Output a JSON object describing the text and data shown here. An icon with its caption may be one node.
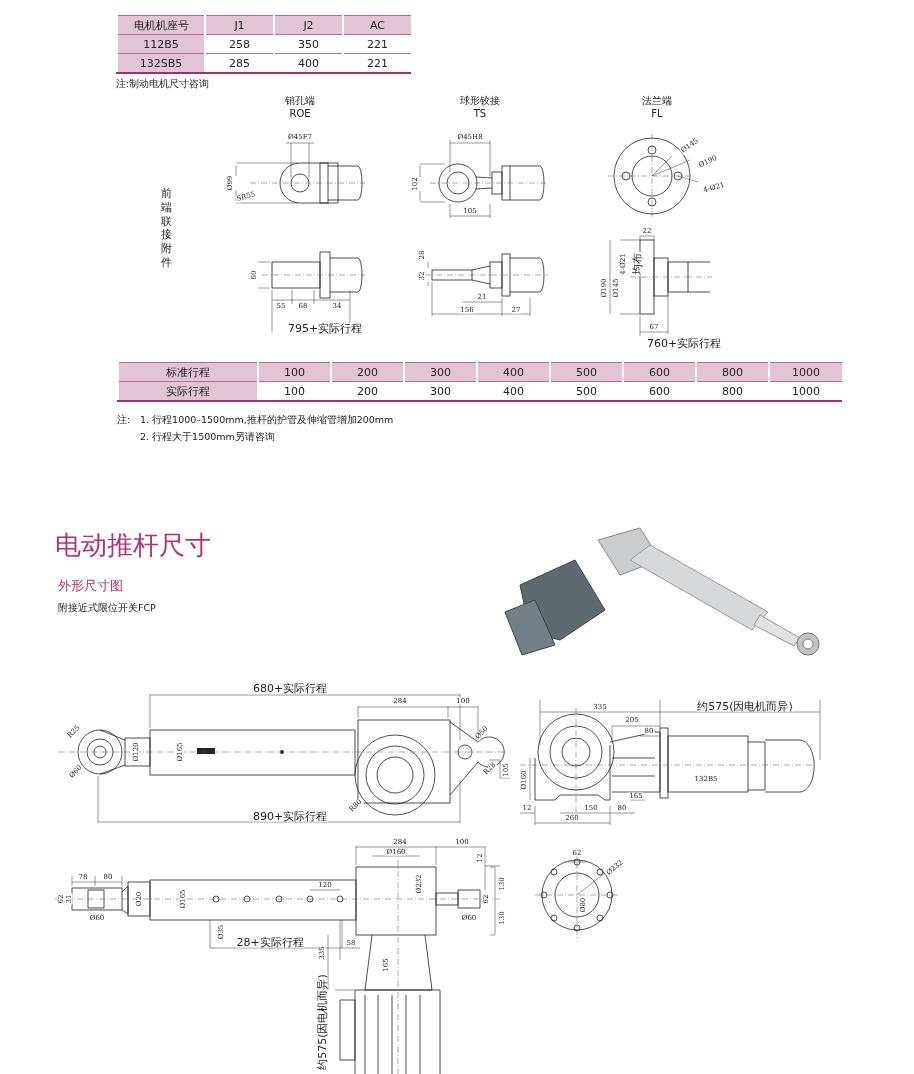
{
  "diagram": {
    "title": "电动推杆尺寸",
    "labels": [
      "电机机座号",
      "J1",
      "J2",
      "AC",
      "112B5",
      "258",
      "350",
      "221",
      "132SB5",
      "285",
      "400",
      "221",
      "注:制动电机尺寸咨询",
      "销孔端",
      "ROE",
      "球形铰接",
      "TS",
      "法兰端",
      "FL",
      "前端联接附件",
      "Ø45F7",
      "Ø99",
      "SR55",
      "Ø45H8",
      "102",
      "105",
      "Ø145",
      "Ø190",
      "4-Ø21",
      "60",
      "28",
      "32",
      "22",
      "Ø190",
      "Ø145",
      "4-Ø21",
      "均布",
      "55",
      "68",
      "34",
      "21",
      "156",
      "27",
      "795+实际行程",
      "67",
      "760+实际行程",
      "标准行程",
      "100",
      "200",
      "300",
      "400",
      "500",
      "600",
      "800",
      "1000",
      "实际行程",
      "100",
      "200",
      "300",
      "400",
      "500",
      "600",
      "800",
      "1000",
      "注:",
      "1. 行程1000–1500mm,推杆的护管及伸缩管增加200mm",
      "2. 行程大于1500mm另请咨询",
      "外形尺寸图",
      "附接近式限位开关FCP",
      "680+实际行程",
      "284",
      "100",
      "R25",
      "Ø60",
      "Ø120",
      "Ø165",
      "Ø50",
      "R28",
      "R80",
      "890+实际行程",
      "335",
      "约575(因电机而异)",
      "205",
      "80",
      "105",
      "Ø160",
      "132B5",
      "165",
      "12",
      "150",
      "80",
      "260",
      "284",
      "100",
      "Ø160",
      "12",
      "78",
      "80",
      "62",
      "31",
      "Ø60",
      "Ø20",
      "Ø165",
      "120",
      "Ø232",
      "130",
      "62",
      "Ø60",
      "130",
      "Ø35",
      "28+实际行程",
      "58",
      "335",
      "165",
      "约575(因电机而异)",
      "62",
      "Ø232",
      "Ø80"
    ]
  }
}
